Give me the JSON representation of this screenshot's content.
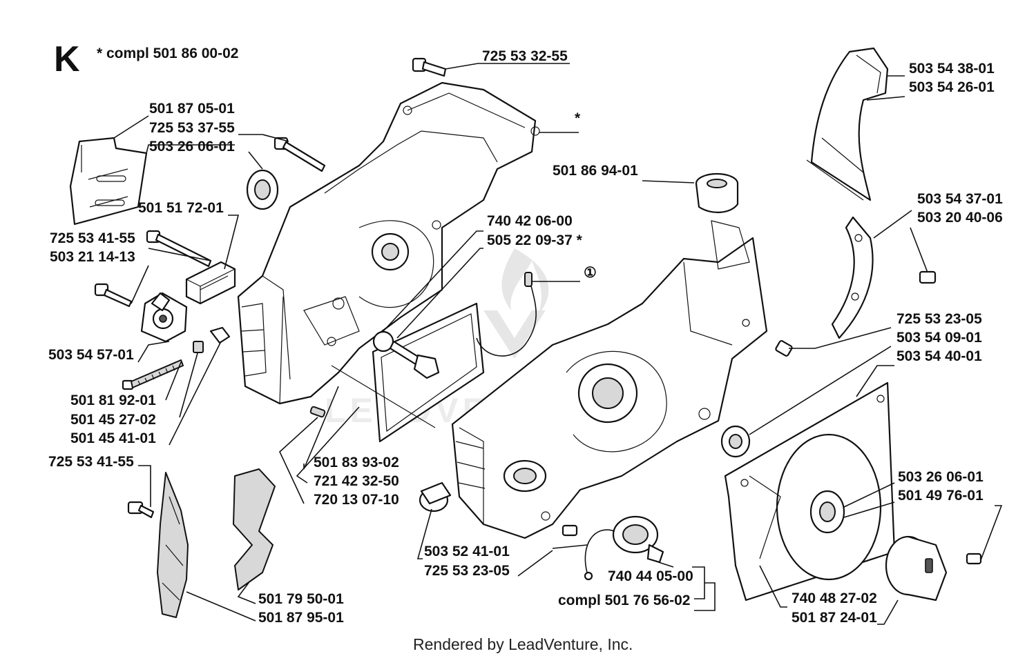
{
  "section_letter": "K",
  "compl_note": "* compl 501 86 00-02",
  "footer": "Rendered by LeadVenture, Inc.",
  "watermark": "LEADVENTURE",
  "labels": [
    {
      "id": "p1",
      "text": "725 53 32-55"
    },
    {
      "id": "p2",
      "text": "501 87 05-01"
    },
    {
      "id": "p3",
      "text": "725 53 37-55"
    },
    {
      "id": "p4",
      "text": "503 26 06-01"
    },
    {
      "id": "p5",
      "text": "*"
    },
    {
      "id": "p6",
      "text": "501 86 94-01"
    },
    {
      "id": "p7",
      "text": "503 54 38-01"
    },
    {
      "id": "p8",
      "text": "503 54 26-01"
    },
    {
      "id": "p9",
      "text": "503 54 37-01"
    },
    {
      "id": "p10",
      "text": "503 20 40-06"
    },
    {
      "id": "p11",
      "text": "501 51 72-01"
    },
    {
      "id": "p12",
      "text": "740 42 06-00"
    },
    {
      "id": "p13",
      "text": "505 22 09-37  *"
    },
    {
      "id": "p14",
      "text": "725 53 41-55"
    },
    {
      "id": "p15",
      "text": "503 21 14-13"
    },
    {
      "id": "p16",
      "text": "①"
    },
    {
      "id": "p17",
      "text": "725 53 23-05"
    },
    {
      "id": "p18",
      "text": "503 54 09-01"
    },
    {
      "id": "p19",
      "text": "503 54 40-01"
    },
    {
      "id": "p20",
      "text": "503 54 57-01"
    },
    {
      "id": "p21",
      "text": "501 81 92-01"
    },
    {
      "id": "p22",
      "text": "501 45 27-02"
    },
    {
      "id": "p23",
      "text": "501 45 41-01"
    },
    {
      "id": "p24",
      "text": "501 83 93-02"
    },
    {
      "id": "p25",
      "text": "721 42 32-50"
    },
    {
      "id": "p26",
      "text": "720 13 07-10"
    },
    {
      "id": "p27",
      "text": "725 53 41-55"
    },
    {
      "id": "p28",
      "text": "503 26 06-01"
    },
    {
      "id": "p29",
      "text": "501 49 76-01"
    },
    {
      "id": "p30",
      "text": "503 52 41-01"
    },
    {
      "id": "p31",
      "text": "725 53 23-05"
    },
    {
      "id": "p32",
      "text": "740 44 05-00"
    },
    {
      "id": "p33",
      "text": "compl 501 76 56-02"
    },
    {
      "id": "p34",
      "text": "740 48 27-02"
    },
    {
      "id": "p35",
      "text": "501 87 24-01"
    },
    {
      "id": "p36",
      "text": "501 79 50-01"
    },
    {
      "id": "p37",
      "text": "501 87 95-01"
    }
  ]
}
